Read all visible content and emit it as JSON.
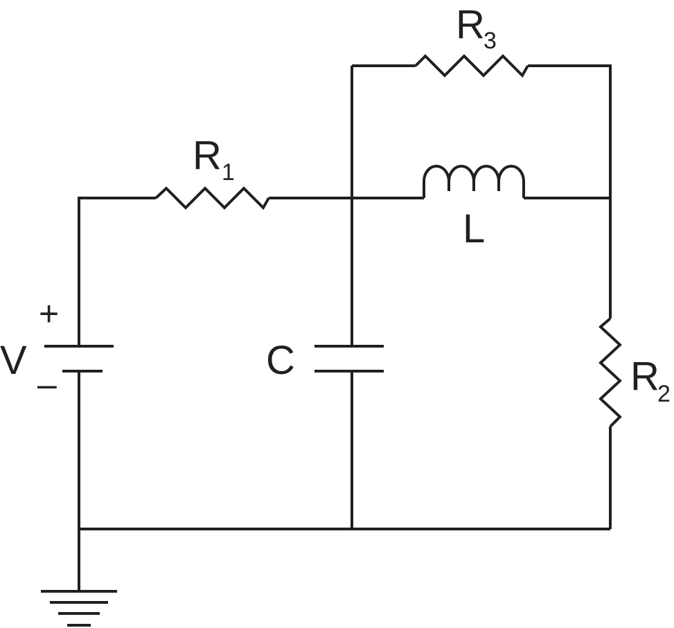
{
  "components": {
    "source": {
      "name": "V",
      "plus": "+",
      "minus": "–"
    },
    "r1": {
      "letter": "R",
      "index": "1"
    },
    "r2": {
      "letter": "R",
      "index": "2"
    },
    "r3": {
      "letter": "R",
      "index": "3"
    },
    "inductor": {
      "name": "L"
    },
    "capacitor": {
      "name": "C"
    }
  },
  "colors": {
    "ink": "#231f20",
    "background": "#ffffff"
  }
}
